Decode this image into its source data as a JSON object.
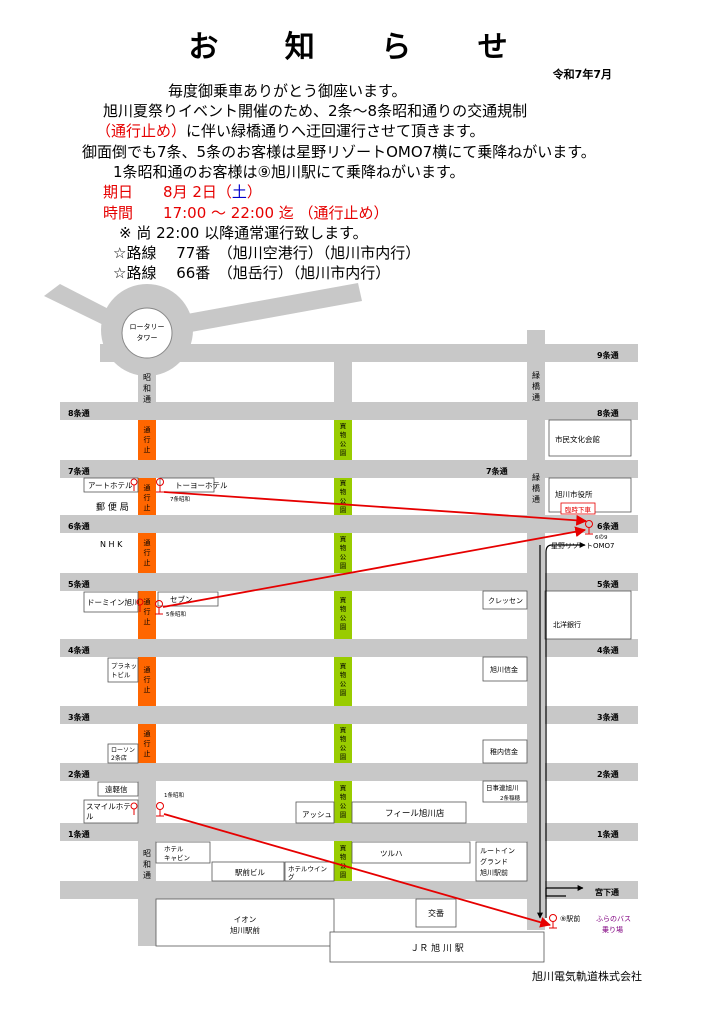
{
  "title": "お 知 ら せ",
  "date": "令和7年7月",
  "intro": {
    "l1": "毎度御乗車ありがとう御座います。",
    "l2": "旭川夏祭りイベント開催のため、2条～8条昭和通りの交通規制",
    "l3_red": "（通行止め）",
    "l3_rest": "に伴い緑橋通りへ迂回運行させて頂きます。",
    "l4": "御面倒でも7条、5条のお客様は星野リゾートOMO7横にて乗降ねがいます。",
    "l5": "1条昭和通のお客様は⑨旭川駅にて乗降ねがいます。"
  },
  "schedule": {
    "date_label": "期日",
    "date_value": "8月 2日（",
    "date_day": "土",
    "date_close": "）",
    "time_label": "時間",
    "time_value": "17:00 ～ 22:00 迄 （通行止め）",
    "note": "※ 尚 22:00 以降通常運行致します。",
    "route1": "☆路線　 77番　（旭川空港行）（旭川市内行）",
    "route2": "☆路線　 66番　（旭岳行）（旭川市内行）"
  },
  "map": {
    "rotary": [
      "ロータリー",
      "タワー"
    ],
    "showa": [
      "昭",
      "和",
      "通"
    ],
    "midori": [
      "緑",
      "橋",
      "通"
    ],
    "streets": {
      "s9": "9条通",
      "s8": "8条通",
      "s7": "7条通",
      "s6": "6条通",
      "s5": "5条通",
      "s4": "4条通",
      "s3": "3条通",
      "s2": "2条通",
      "s1": "1条通",
      "miyashita": "宮下通"
    },
    "closed": [
      "通",
      "行",
      "止"
    ],
    "kaimono": [
      "買",
      "物",
      "公",
      "園"
    ],
    "buildings": {
      "art": "アートホテル",
      "toyo": "トーヨーホテル",
      "yubin": "郵 便 局",
      "nhk": "N H K",
      "domin": "ドーミイン旭川",
      "seven": "セブン",
      "planet": [
        "プラネッ",
        "トビル"
      ],
      "lawson": [
        "ローソン",
        "2条店"
      ],
      "tohkei": "遠軽信",
      "smile": [
        "スマイルホテ",
        "ル"
      ],
      "ash": "アッシュ",
      "feel": "フィール旭川店",
      "kyab": [
        "ホテル",
        "キャビン"
      ],
      "ekibiru": "駅前ビル",
      "wing": [
        "ホテルウイン",
        "グ"
      ],
      "tsuruha": "ツルハ",
      "routeinn": [
        "ルートイン",
        "グランド",
        "旭川駅前"
      ],
      "aeon": [
        "イオン",
        "旭川駅前"
      ],
      "koban": "交番",
      "jr": "ＪＲ 旭 川 駅",
      "shimin": "市民文化会館",
      "shiyakusho": "旭川市役所",
      "rinji": "臨時下車",
      "hoshino": "星野リゾートOMO7",
      "kuresen": "クレッセン",
      "hokuyo": "北洋銀行",
      "shinkin": "旭川信金",
      "wakkanai": "稚内信金",
      "nissha": "日事連旭川"
    },
    "stops": {
      "s7": "7条昭和",
      "s5": "5条昭和",
      "s6": "6の9",
      "s1": "1条昭和",
      "s9": "⑨駅前",
      "jojo": "2条稲穂"
    },
    "furano": [
      "ふらのバス",
      "乗り場"
    ]
  },
  "company": "旭川電気軌道株式会社",
  "colors": {
    "closed": "#ff6600",
    "park": "#99cc00",
    "road": "#c8c8c8",
    "arrow": "#e60000"
  }
}
